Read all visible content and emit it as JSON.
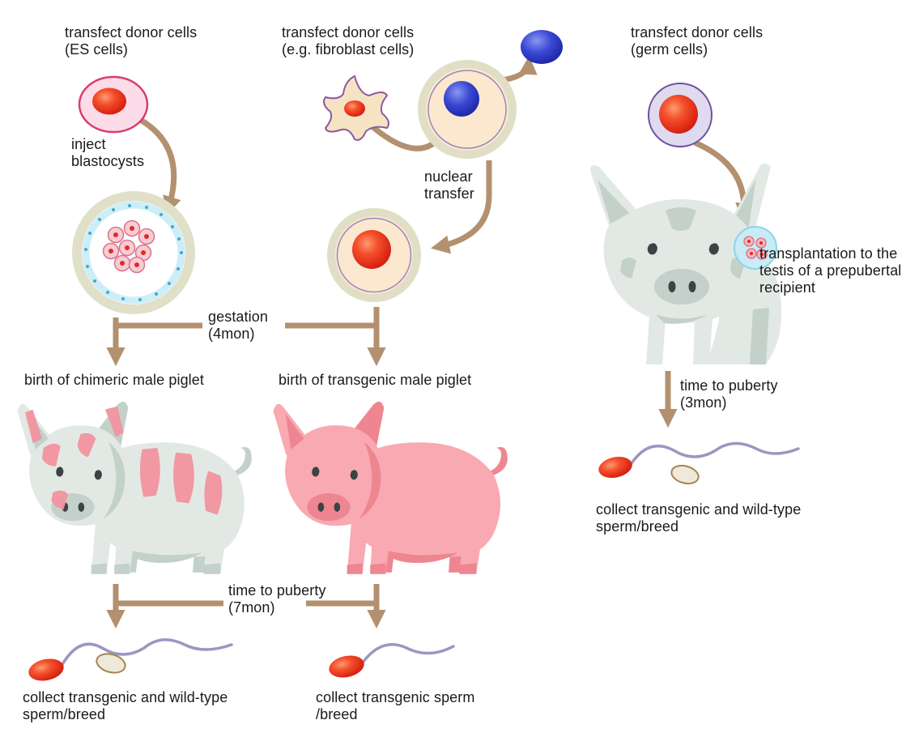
{
  "left": {
    "step1": "transfect donor cells\n(ES cells)",
    "inject": "inject\nblastocysts",
    "birth": "birth of chimeric male piglet",
    "collect": "collect transgenic and wild-type\nsperm/breed"
  },
  "middle": {
    "step1": "transfect donor cells\n(e.g. fibroblast cells)",
    "nuclear": "nuclear\ntransfer",
    "birth": "birth of transgenic male piglet",
    "collect": "collect transgenic sperm\n/breed"
  },
  "right": {
    "step1": "transfect donor cells\n(germ cells)",
    "transplant": "transplantation to the\ntestis of a prepubertal\nrecipient",
    "puberty": "time to puberty\n(3mon)",
    "collect": "collect transgenic and wild-type\nsperm/breed"
  },
  "shared": {
    "gestation": "gestation\n(4mon)",
    "puberty7": "time to puberty\n(7mon)"
  },
  "colors": {
    "arrow": "#b3906f",
    "text": "#1a1a1a",
    "pig_gray": "#e2e9e5",
    "pig_gray_shade": "#c3d1ca",
    "pig_pink": "#f9a9b1",
    "pig_pink_shade": "#ee8691",
    "nucleus_red": "#e02c1e",
    "nucleus_blue": "#2230c8",
    "oocyte_ring": "#e0dfc6",
    "blastocyst_lining": "#cdeef8",
    "sperm_tail": "#9d95c2"
  }
}
